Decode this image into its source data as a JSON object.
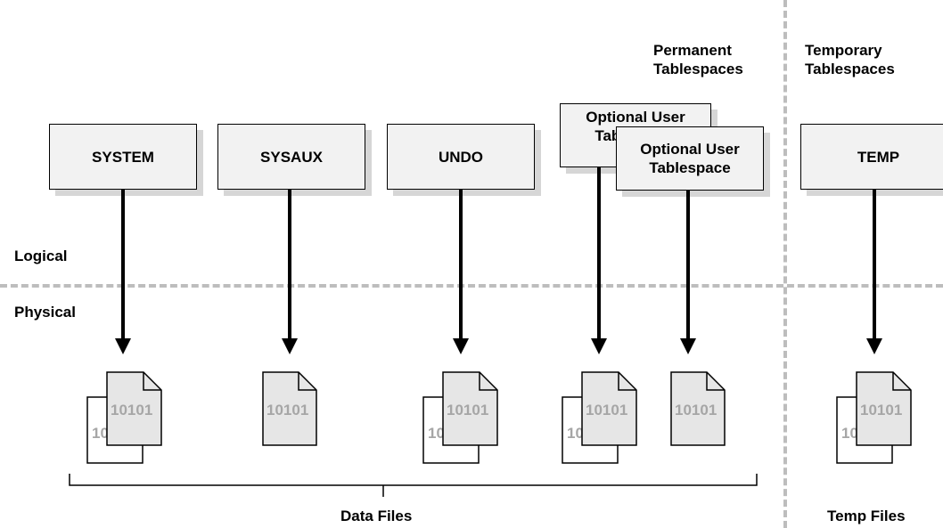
{
  "labels": {
    "logical": "Logical",
    "physical": "Physical",
    "permanent": "Permanent Tablespaces",
    "temporary": "Temporary Tablespaces",
    "data_files": "Data Files",
    "temp_files": "Temp Files"
  },
  "tablespaces": {
    "system": "SYSTEM",
    "sysaux": "SYSAUX",
    "undo": "UNDO",
    "optional_user_1": "Optional User Tablespace",
    "optional_user_2": "Optional User Tablespace",
    "temp": "TEMP"
  },
  "file_text": "10101",
  "file_text_partial": "10",
  "colors": {
    "box_fill": "#f2f2f2",
    "box_shadow": "#d6d6d6",
    "divider": "#bdbdbd",
    "file_fill": "#e6e6e6",
    "file_text": "#a6a6a6"
  }
}
